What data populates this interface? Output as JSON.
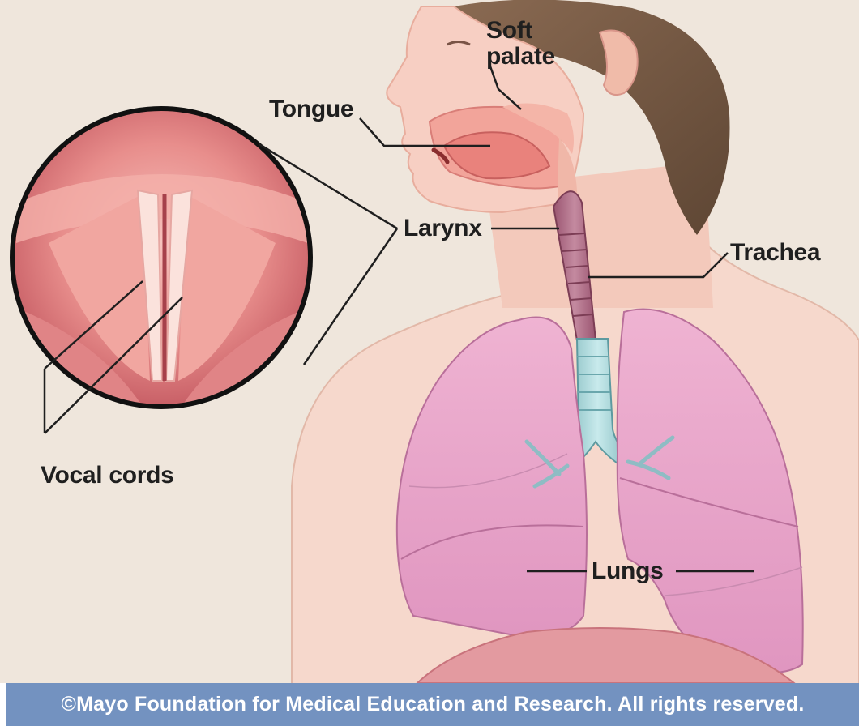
{
  "labels": {
    "soft_palate_line1": "Soft",
    "soft_palate_line2": "palate",
    "tongue": "Tongue",
    "larynx": "Larynx",
    "trachea": "Trachea",
    "vocal_cords": "Vocal cords",
    "lungs": "Lungs"
  },
  "footer": {
    "copyright": "©Mayo Foundation for Medical Education and Research.  All rights reserved."
  },
  "colors": {
    "background": "#efe6dc",
    "skin": "#f7cfc3",
    "lung": "#e8a8cc",
    "trachea_upper": "#b36f88",
    "trachea_lower": "#a8d5d8",
    "footer_band": "#7392c0"
  }
}
